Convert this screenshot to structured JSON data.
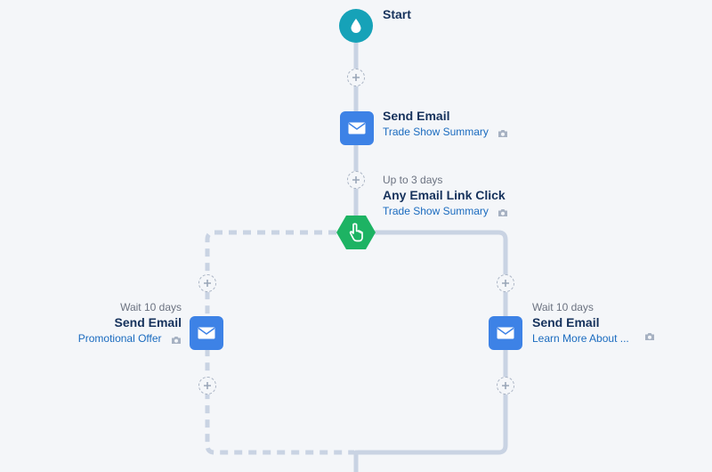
{
  "flow": {
    "start": {
      "title": "Start",
      "icon": "water-drop-icon"
    },
    "email_step": {
      "title": "Send Email",
      "link": "Trade Show Summary",
      "icon": "envelope-icon"
    },
    "trigger": {
      "pre": "Up to 3 days",
      "title": "Any Email Link Click",
      "link": "Trade Show Summary",
      "icon": "pointer-hand-icon"
    },
    "branch_no": {
      "pre": "Wait 10 days",
      "title": "Send Email",
      "link": "Promotional Offer",
      "icon": "envelope-icon"
    },
    "branch_yes": {
      "pre": "Wait 10 days",
      "title": "Send Email",
      "link": "Learn More About ...",
      "icon": "envelope-icon"
    }
  },
  "colors": {
    "background": "#f4f6f9",
    "connector": "#c9d3e3",
    "start_node": "#16a2b8",
    "email_node": "#3d82e6",
    "trigger_node": "#1db363",
    "title_text": "#16325c",
    "link_text": "#1a6bbf"
  }
}
